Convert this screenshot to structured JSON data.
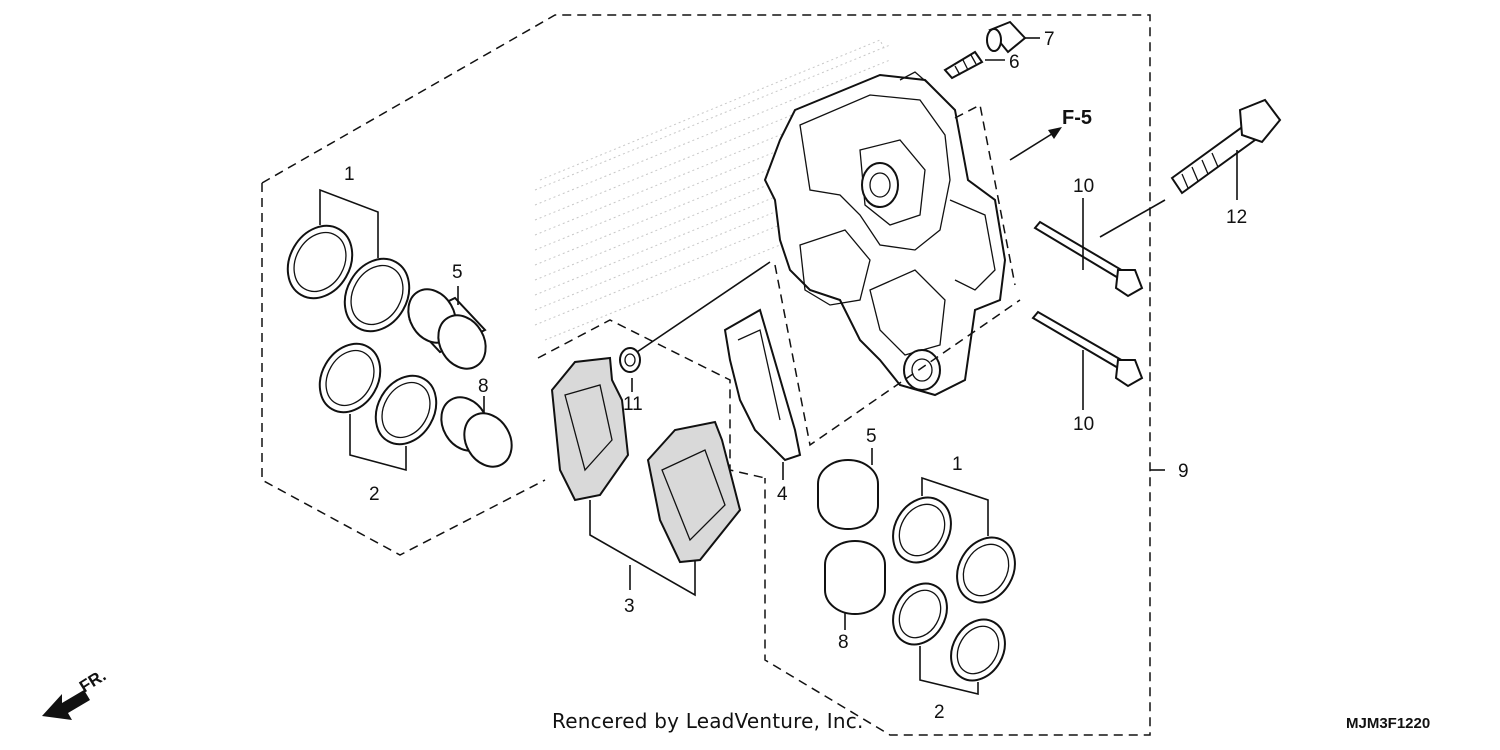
{
  "diagram": {
    "callouts": {
      "seal_set_1_left": "1",
      "seal_set_2_left": "2",
      "piston_5_left": "5",
      "piston_8_left": "8",
      "pad_set": "3",
      "spring": "4",
      "bleeder_screw": "6",
      "bleeder_cap": "7",
      "caliper_assy": "9",
      "pad_pin_upper": "10",
      "pad_pin_lower": "10",
      "pin_plug": "11",
      "bolt": "12",
      "piston_5_right": "5",
      "piston_8_right": "8",
      "seal_set_1_right": "1",
      "seal_set_2_right": "2"
    },
    "reference": "F-5",
    "front_label": "FR.",
    "credit": "Rencered by LeadVenture, Inc.",
    "diagram_code": "MJM3F1220"
  }
}
